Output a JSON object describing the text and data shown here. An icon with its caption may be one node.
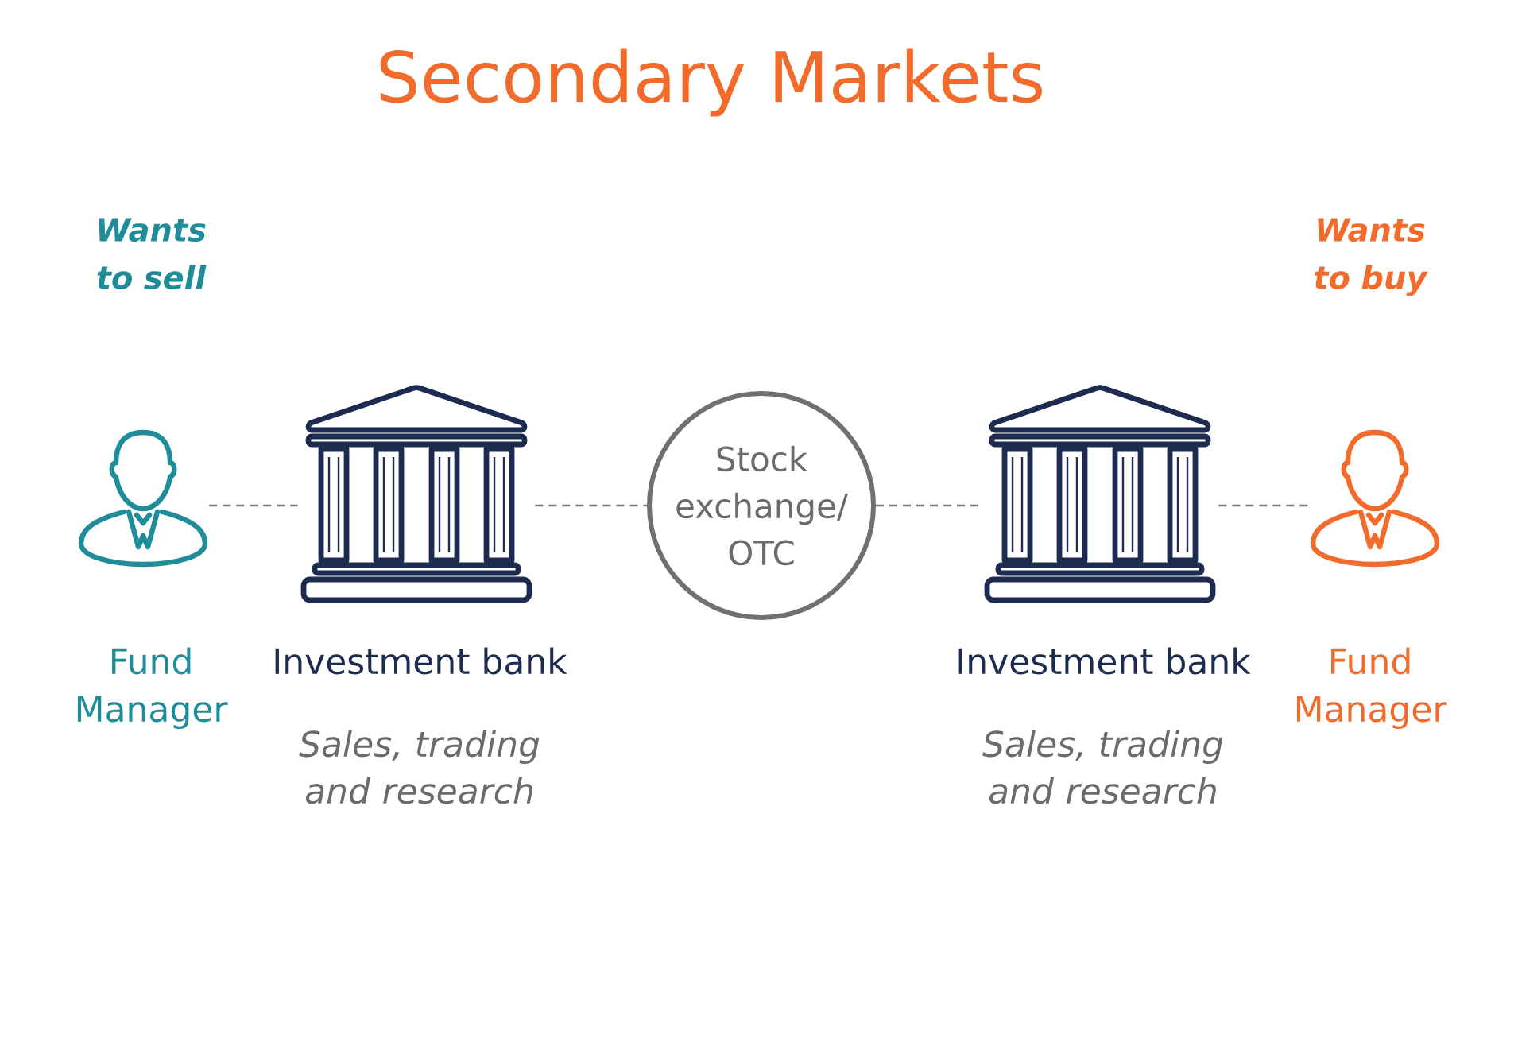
{
  "diagram": {
    "title": "Secondary Markets",
    "nodes": [
      {
        "text": [
          "Fund Manager"
        ]
      },
      {
        "text": [
          "Investment bank",
          "Sales, trading and research"
        ]
      },
      {
        "text": [
          "Stock exchange/ OTC"
        ]
      },
      {
        "text": [
          "Investment bank",
          "Sales, trading and research"
        ]
      },
      {
        "text": [
          "Fund Manager"
        ]
      }
    ],
    "edges": [
      {
        "from": 0,
        "to": 1,
        "arrow": "none",
        "style": "dashed"
      },
      {
        "from": 1,
        "to": 2,
        "arrow": "none",
        "style": "dashed"
      },
      {
        "from": 2,
        "to": 3,
        "arrow": "none",
        "style": "dashed"
      },
      {
        "from": 3,
        "to": 4,
        "arrow": "none",
        "style": "dashed"
      }
    ],
    "labels": [
      "Wants to sell",
      "Wants to buy"
    ]
  }
}
